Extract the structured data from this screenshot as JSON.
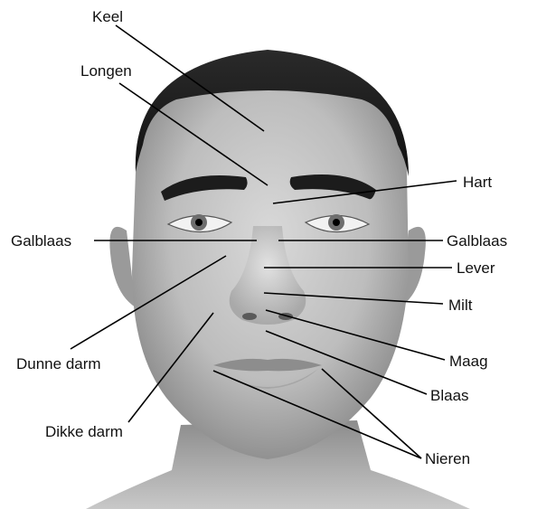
{
  "labels": {
    "keel": "Keel",
    "longen": "Longen",
    "hart": "Hart",
    "galblaas_left": "Galblaas",
    "galblaas_right": "Galblaas",
    "lever": "Lever",
    "milt": "Milt",
    "dunne_darm": "Dunne darm",
    "maag": "Maag",
    "blaas": "Blaas",
    "dikke_darm": "Dikke darm",
    "nieren": "Nieren"
  }
}
